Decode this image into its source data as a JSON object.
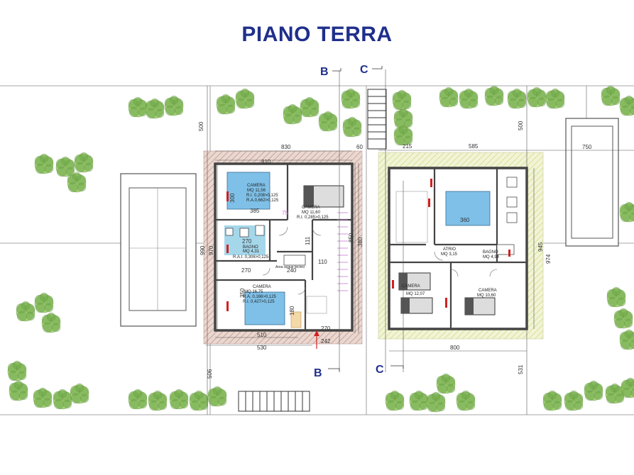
{
  "title": "PIANO TERRA",
  "colors": {
    "title": "#1f2f8c",
    "wall": "#4a4a4a",
    "hatch_left": "#c9a49a",
    "hatch_right": "#dfe4a8",
    "bath_floor": "#8fd0e6",
    "bed_fill": "#7fc0e8",
    "tree": "#9ccc6a",
    "tree_dark": "#6ea846",
    "red": "#d22020"
  },
  "section_markers": {
    "b_top": "B",
    "c_top": "C",
    "b_bottom": "B",
    "c_bottom": "C"
  },
  "dimensions": {
    "d500a": "500",
    "d830": "830",
    "d60": "60",
    "d215": "215",
    "d585": "585",
    "d500b": "500",
    "d750": "750",
    "d810": "810",
    "d990": "990",
    "d970": "970",
    "d850": "850",
    "d380": "380",
    "d945": "945",
    "d974": "974",
    "d300": "300",
    "d385": "385",
    "d270a": "270",
    "d270b": "270",
    "d111": "111",
    "d110": "110",
    "d240": "240",
    "d350": "350",
    "d180": "180",
    "d510": "510",
    "d530": "530",
    "d270c": "270",
    "d242": "242",
    "d800": "800",
    "d506": "506",
    "d531": "531",
    "d360": "360",
    "d75": "75"
  },
  "rooms": {
    "camera1": {
      "name": "CAMERA",
      "area": "MQ 11,56",
      "ra1": "R.I. 0,208>0,125",
      "ra2": "R.A.0,662>0,125"
    },
    "camera2": {
      "name": "CAMERA",
      "area": "MQ 11,60",
      "ra1": "R.I. 0,285>0,125"
    },
    "bagno1": {
      "name": "BAGNO",
      "area": "MQ 4,31",
      "ra1": "R.A.I. 0,306>0,125"
    },
    "areacque": {
      "name": "Area acque tecnici"
    },
    "camera3": {
      "name": "CAMERA",
      "area": "MQ 16,75",
      "ra1": "R.A. 0,166>0,125",
      "ra2": "R.I. 0,427>0,125"
    },
    "atrio": {
      "name": "ATRIO",
      "area": "MQ 3,15"
    },
    "bagno2": {
      "name": "BAGNO",
      "area": "MQ 4,94"
    },
    "camera4": {
      "name": "CAMERA",
      "area": "MQ 12,07"
    },
    "camera5": {
      "name": "CAMERA",
      "area": "MQ 10,60"
    }
  }
}
